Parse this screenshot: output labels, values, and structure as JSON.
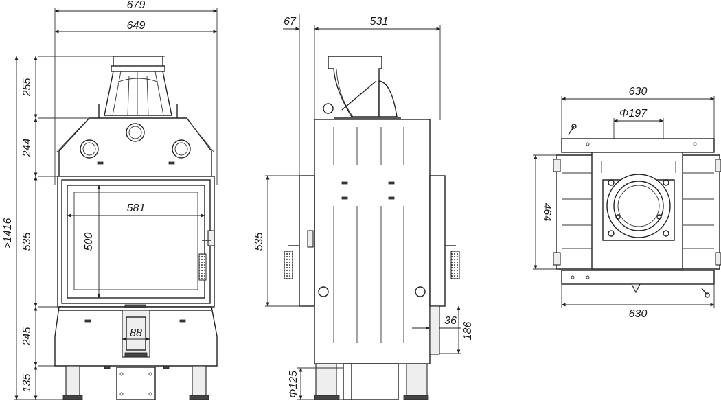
{
  "front": {
    "width_overall": "679",
    "width_body": "649",
    "height_total": ">1416",
    "h_top": "255",
    "h_hood": "244",
    "h_door": "535",
    "h_base": "245",
    "h_legs": "135",
    "glass_width": "581",
    "glass_height": "500",
    "ash_width": "88"
  },
  "side": {
    "offset": "67",
    "depth": "531",
    "door_height": "535",
    "air_offset": "36",
    "air_height": "186",
    "air_diameter": "Φ125"
  },
  "top": {
    "width_top": "630",
    "width_bottom": "630",
    "outlet_diameter": "Φ197",
    "depth": "464"
  },
  "colors": {
    "line": "#222222",
    "background": "#ffffff"
  }
}
